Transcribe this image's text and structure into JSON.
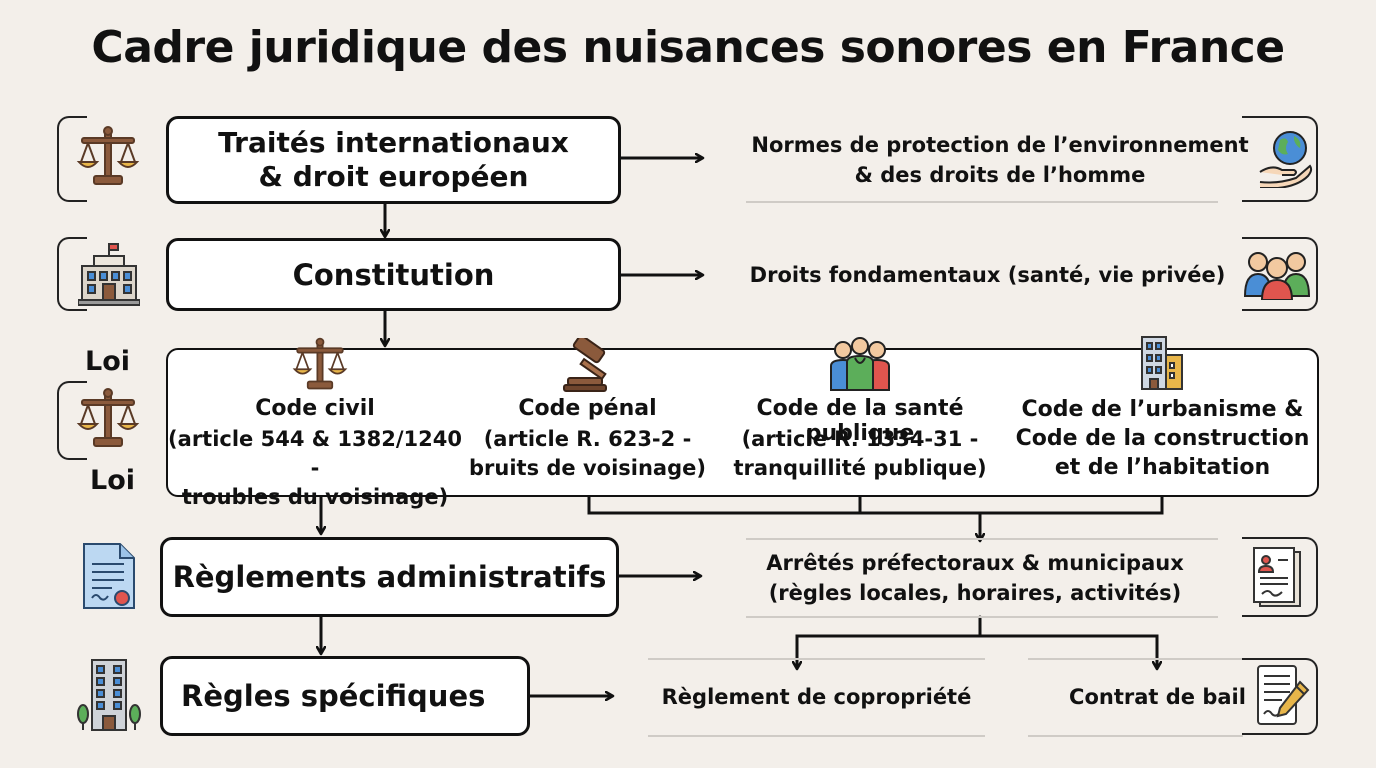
{
  "title": "Cadre juridique des nuisances sonores en France",
  "levels": {
    "treaties": {
      "label_line1": "Traités internationaux",
      "label_line2": "& droit européen",
      "note_line1": "Normes de protection de l’environnement",
      "note_line2": "& des droits de l’homme"
    },
    "constitution": {
      "label": "Constitution",
      "note": "Droits fondamentaux (santé, vie privée)"
    },
    "loi": {
      "label_top": "Loi",
      "label_bottom": "Loi",
      "codes": [
        {
          "title": "Code civil",
          "detail_line1": "(article 544 & 1382/1240 -",
          "detail_line2": "troubles du voisinage)"
        },
        {
          "title": "Code pénal",
          "detail_line1": "(article R. 623-2 -",
          "detail_line2": "bruits de voisinage)"
        },
        {
          "title": "Code de la santé publique",
          "detail_line1": "(article R. 1334-31 -",
          "detail_line2": "tranquillité publique)"
        },
        {
          "title_line1": "Code de l’urbanisme &",
          "title_line2": "Code de la construction",
          "title_line3": "et de l’habitation"
        }
      ]
    },
    "reglements": {
      "label": "Règlements administratifs",
      "note_line1": "Arrêtés préfectoraux & municipaux",
      "note_line2": "(règles locales, horaires, activités)"
    },
    "specifiques": {
      "label": "Règles spécifiques",
      "note_a": "Règlement de copropriété",
      "note_b": "Contrat de bail"
    }
  },
  "icons": {
    "treaties": "scales-icon",
    "treaties_note": "globe-in-hand-icon",
    "constitution": "government-building-icon",
    "constitution_note": "people-group-icon",
    "loi": "scales-icon",
    "code_civil": "scales-icon",
    "code_penal": "gavel-icon",
    "code_sante": "people-group-icon",
    "code_urbanisme": "buildings-icon",
    "reglements": "certificate-document-icon",
    "reglements_note": "signed-document-icon",
    "specifiques": "apartment-building-icon",
    "specifiques_note": "contract-pen-icon"
  },
  "colors": {
    "background": "#f3efea",
    "line": "#111111",
    "brown": "#8b5a3c",
    "gold": "#e8b64a",
    "blue": "#4a8ed6",
    "red": "#e0554e",
    "green": "#5cae5a"
  }
}
